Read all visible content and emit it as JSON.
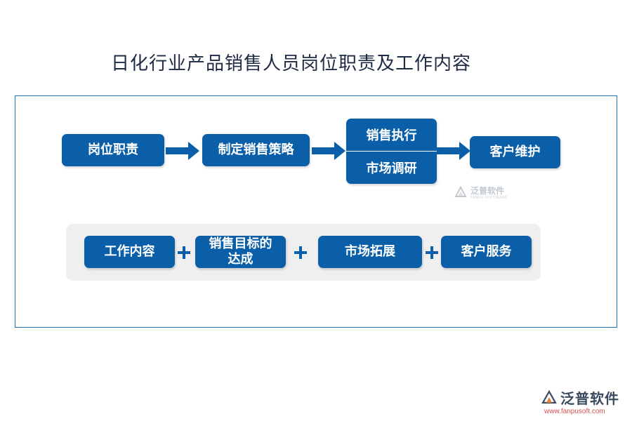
{
  "title": "日化行业产品销售人员岗位职责及工作内容",
  "flow": {
    "step1": "岗位职责",
    "step2": "制定销售策略",
    "step3_top": "销售执行",
    "step3_bottom": "市场调研",
    "step4": "客户维护"
  },
  "work": {
    "label": "工作内容",
    "item1_line1": "销售目标的",
    "item1_line2": "达成",
    "item2": "市场拓展",
    "item3": "客户服务"
  },
  "watermark": {
    "name": "泛普软件",
    "sub": "FANPU SOFTWARE"
  },
  "brand": {
    "name": "泛普软件",
    "url": "www.fanpusoft.com"
  },
  "colors": {
    "box": "#0b5fa8",
    "frame": "#1f73b7",
    "panel": "#efefef"
  }
}
